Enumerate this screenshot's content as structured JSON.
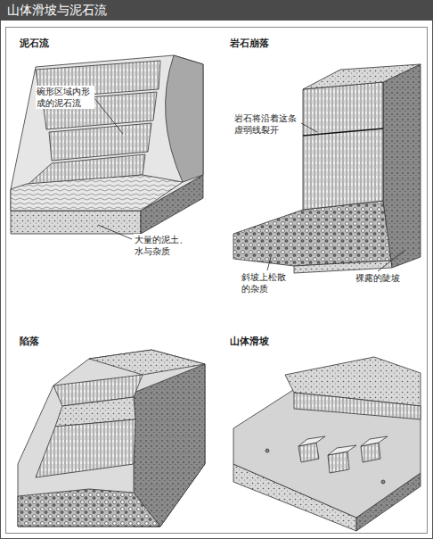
{
  "diagram": {
    "title": "山体滑坡与泥石流",
    "labels": [
      "泥石流",
      "碗形区域内形成的泥石流",
      "大量的泥土、水与杂质",
      "岩石崩落",
      "岩石将沿着这条虚弱线裂开",
      "裸露的陡坡",
      "斜坡上松散的杂质",
      "陷落",
      "山体滑坡"
    ]
  }
}
